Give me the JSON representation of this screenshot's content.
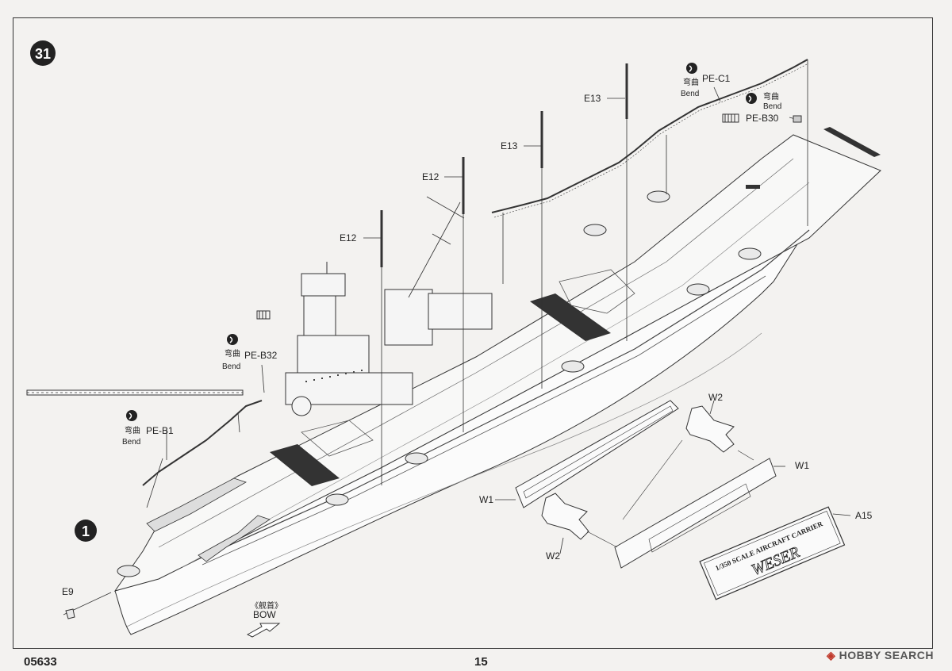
{
  "step": {
    "number": "31",
    "sub_step": "1"
  },
  "labels": {
    "pe_c1": "PE-C1",
    "pe_b30": "PE-B30",
    "pe_b32": "PE-B32",
    "pe_b1": "PE-B1",
    "e13_a": "E13",
    "e13_b": "E13",
    "e12_a": "E12",
    "e12_b": "E12",
    "e9": "E9",
    "a15": "A15",
    "w1_a": "W1",
    "w1_b": "W1",
    "w2_a": "W2",
    "w2_b": "W2"
  },
  "bend": {
    "cn": "弯曲",
    "en": "Bend"
  },
  "bow": {
    "cn": "《舰首》",
    "en": "BOW"
  },
  "nameplate": {
    "line1": "1/350 SCALE AIRCRAFT CARRIER",
    "line2": "WESER"
  },
  "footer": {
    "product_code": "05633",
    "page": "15"
  },
  "watermark": {
    "brand": "HOBBY SEARCH"
  }
}
